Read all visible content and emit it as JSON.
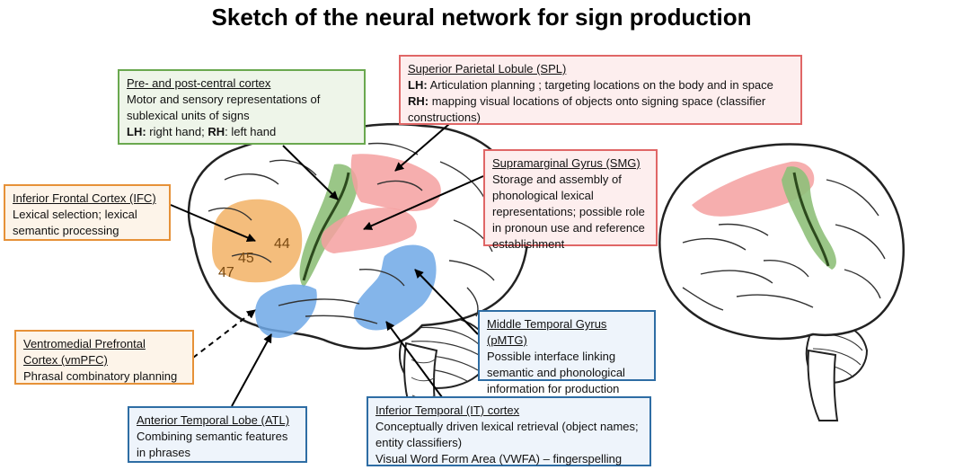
{
  "title": "Sketch of the neural network for sign production",
  "colors": {
    "green": "#6aa84f",
    "orange": "#e69138",
    "red": "#e06666",
    "blue": "#2e6da4"
  },
  "brodmann_areas": [
    "44",
    "45",
    "47"
  ],
  "boxes": {
    "precentral": {
      "heading": "Pre- and post-central cortex",
      "line1": "Motor and sensory representations of",
      "line2": "sublexical units of signs",
      "lh_label": "LH:",
      "lh_text": " right hand; ",
      "rh_label": "RH",
      "rh_text": ": left hand"
    },
    "spl": {
      "heading": "Superior Parietal Lobule (SPL)",
      "lh_label": "LH:",
      "lh_text": " Articulation planning ; targeting locations on the body and in space",
      "rh_label": "RH:",
      "rh_text": " mapping visual locations of objects onto signing space (classifier",
      "line3": "constructions)"
    },
    "smg": {
      "heading": "Supramarginal Gyrus (SMG)",
      "line1": "Storage and assembly of",
      "line2": "phonological lexical",
      "line3": "representations; possible role",
      "line4": "in pronoun use and reference",
      "line5": "establishment"
    },
    "ifc": {
      "heading": "Inferior Frontal Cortex (IFC)",
      "line1": "Lexical selection; lexical",
      "line2": "semantic processing"
    },
    "vmpfc": {
      "heading1": "Ventromedial Prefrontal",
      "heading2": "Cortex (vmPFC)",
      "line1": "Phrasal combinatory planning"
    },
    "pmtg": {
      "heading": "Middle Temporal Gyrus (pMTG)",
      "line1": "Possible interface linking",
      "line2": "semantic and phonological",
      "line3": "information for production"
    },
    "atl": {
      "heading": "Anterior Temporal Lobe (ATL)",
      "line1": "Combining semantic features",
      "line2": "in phrases"
    },
    "it": {
      "heading": "Inferior Temporal (IT) cortex",
      "line1": "Conceptually driven lexical retrieval (object names;",
      "line2": "entity classifiers)",
      "line3": "Visual Word Form Area (VWFA) – fingerspelling"
    }
  }
}
